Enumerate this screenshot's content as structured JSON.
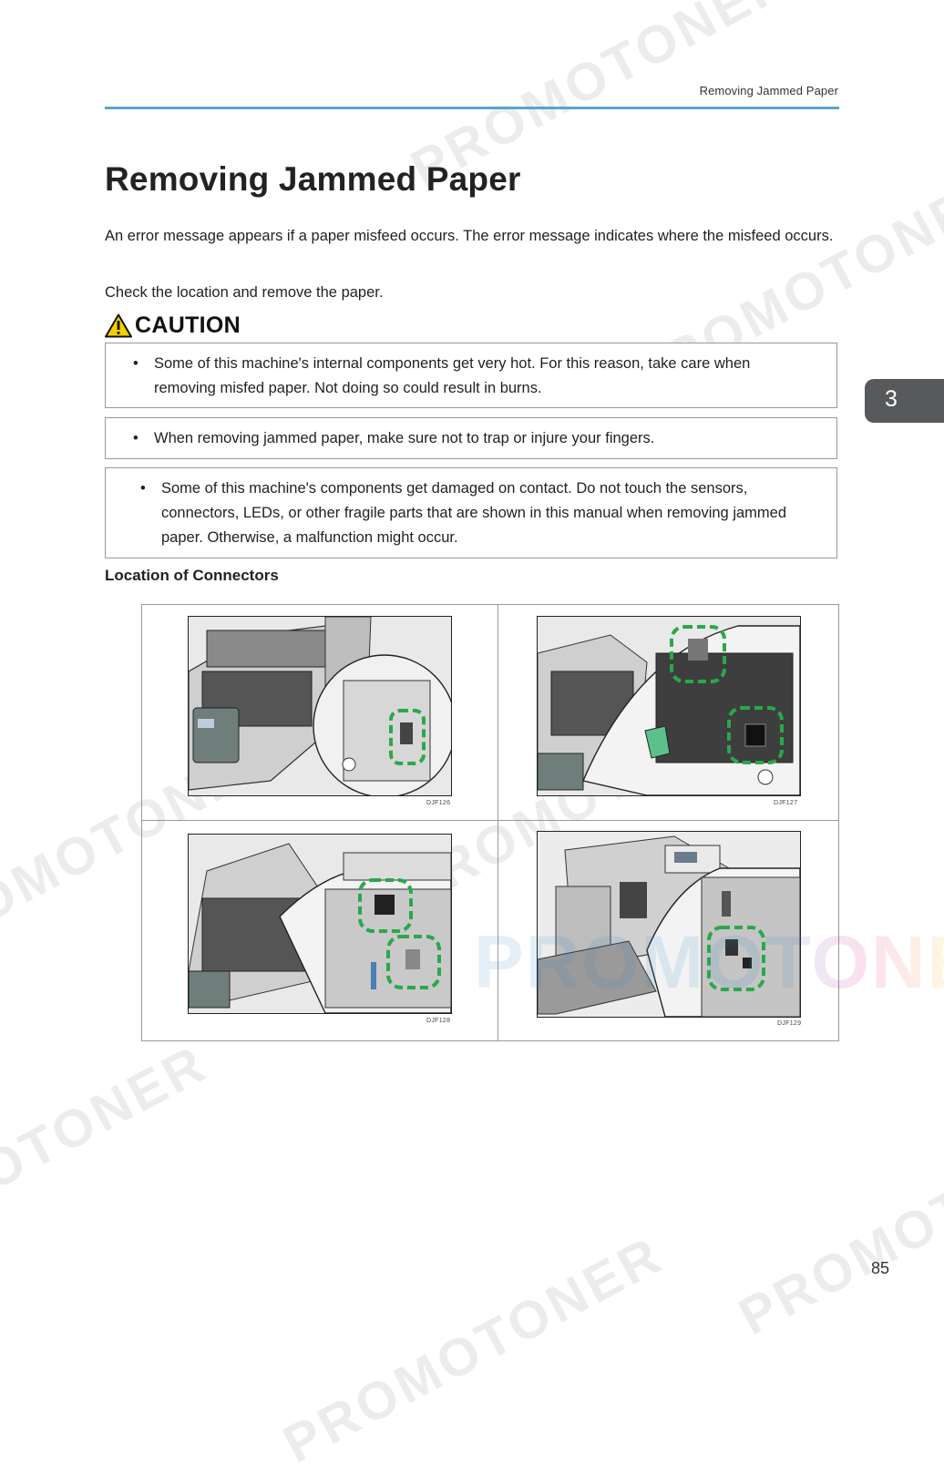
{
  "header": {
    "running_title": "Removing Jammed Paper"
  },
  "title": "Removing Jammed Paper",
  "intro": {
    "p1": "An error message appears if a paper misfeed occurs. The error message indicates where the misfeed occurs.",
    "p2": "Check the location and remove the paper."
  },
  "caution": {
    "label": "CAUTION",
    "icon": "warning-triangle-icon",
    "bullet": "•",
    "items": [
      {
        "line1": "Some of this machine's internal components get very hot. For this reason, take care when",
        "line2": "removing misfed paper. Not doing so could result in burns."
      },
      {
        "line1": "When removing jammed paper, make sure not to trap or injure your fingers."
      }
    ]
  },
  "notice": {
    "bullet": "•",
    "line1": "Some of this machine's components get damaged on contact. Do not touch the sensors,",
    "line2": "connectors, LEDs, or other fragile parts that are shown in this manual when removing jammed",
    "line3": "paper. Otherwise, a malfunction might occur."
  },
  "section": {
    "heading": "Location of Connectors"
  },
  "figures": [
    {
      "code": "DJF126"
    },
    {
      "code": "DJF127"
    },
    {
      "code": "DJF128"
    },
    {
      "code": "DJF129"
    }
  ],
  "side_tab": {
    "chapter": "3"
  },
  "page_number": "85",
  "watermarks": {
    "text": "PROMOTONER",
    "logo": "PROMOTONER"
  },
  "colors": {
    "head_rule": "#5aa5c8",
    "highlight_green": "#2aa84a",
    "caution_yellow": "#f5d000",
    "side_tab": "#58595b"
  }
}
